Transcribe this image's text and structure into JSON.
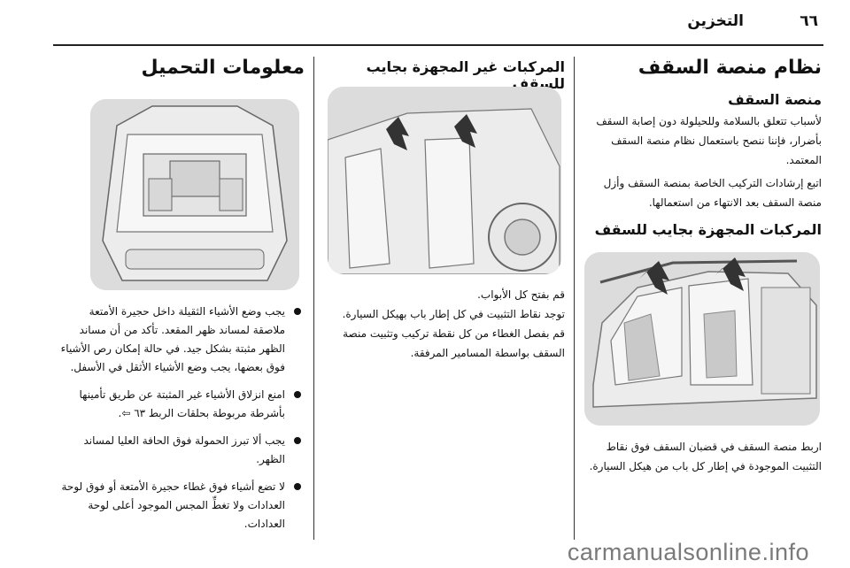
{
  "header": {
    "page_number": "٦٦",
    "title": "التخزين"
  },
  "col_right": {
    "title": "نظام منصة السقف",
    "subtitle": "منصة السقف",
    "para1": "لأسباب تتعلق بالسلامة وللحيلولة دون إصابة السقف بأضرار، فإننا ننصح باستعمال نظام منصة السقف المعتمد.",
    "para2": "اتبع إرشادات التركيب الخاصة بمنصة السقف وأزل منصة السقف بعد الانتهاء من استعمالها.",
    "heading2": "المركبات المجهزة بجايب للسقف",
    "caption": "اربط منصة السقف في قضبان السقف فوق نقاط التثبيت الموجودة في إطار كل باب من هيكل السيارة."
  },
  "col_middle": {
    "heading": "المركبات غير المجهزة بجايب للسقف",
    "line1": "قم بفتح كل الأبواب.",
    "line2": "توجد نقاط التثبيت في كل إطار باب بهيكل السيارة.",
    "line3": "قم بفصل الغطاء من كل نقطة تركيب وتثبيت منصة السقف بواسطة المسامير المرفقة."
  },
  "col_left": {
    "title": "معلومات التحميل",
    "bullets": [
      "يجب وضع الأشياء الثقيلة داخل حجيرة الأمتعة ملاصقة لمساند ظهر المقعد. تأكد من أن مساند الظهر مثبتة بشكل جيد. في حالة إمكان رص الأشياء فوق بعضها، يجب وضع الأشياء الأثقل في الأسفل.",
      "امنع انزلاق الأشياء غير المثبتة عن طريق تأمينها بأشرطة مربوطة بحلقات الربط ٦٣ ⇦.",
      "يجب ألا تبرز الحمولة فوق الحافة العليا لمساند الظهر.",
      "لا تضع أشياء فوق غطاء حجيرة الأمتعة أو فوق لوحة العدادات ولا تغطِّ المجس الموجود أعلى لوحة العدادات."
    ]
  },
  "watermark": "carmanualsonline.info"
}
